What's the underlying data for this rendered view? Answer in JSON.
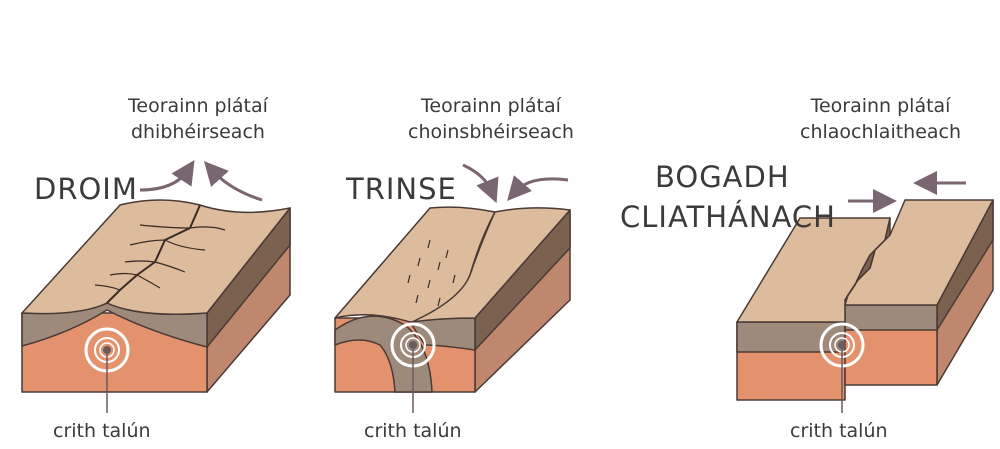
{
  "colors": {
    "top": "#dcbc9c",
    "crust_front": "#9e8a7b",
    "mantle_front": "#e4926e",
    "side_upper": "#7b6250",
    "side_lower": "#bf876e",
    "arrow": "#7a6670",
    "outline": "#4a3a35"
  },
  "panels": [
    {
      "name": "ridge",
      "title": "DROIM",
      "boundary_line1": "Teorainn plátaí",
      "boundary_line2": "dhibhéirseach",
      "earthquake": "crith talún"
    },
    {
      "name": "trench",
      "title": "TRINSE",
      "boundary_line1": "Teorainn plátaí",
      "boundary_line2": "choinsbhéirseach",
      "earthquake": "crith talún"
    },
    {
      "name": "transform",
      "title_line1": "BOGADH",
      "title_line2": "CLIATHÁNACH",
      "boundary_line1": "Teorainn plátaí",
      "boundary_line2": "chlaochlaitheach",
      "earthquake": "crith talún"
    }
  ]
}
